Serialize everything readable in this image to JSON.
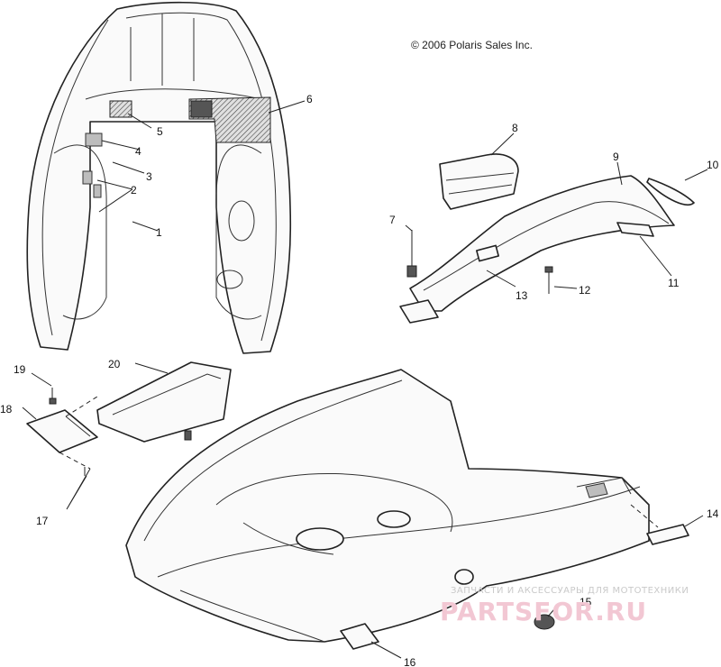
{
  "copyright": "© 2006 Polaris Sales Inc.",
  "callouts": [
    {
      "id": "1",
      "label": "1"
    },
    {
      "id": "2",
      "label": "2"
    },
    {
      "id": "3",
      "label": "3"
    },
    {
      "id": "4",
      "label": "4"
    },
    {
      "id": "5",
      "label": "5"
    },
    {
      "id": "6",
      "label": "6"
    },
    {
      "id": "7",
      "label": "7"
    },
    {
      "id": "8",
      "label": "8"
    },
    {
      "id": "9",
      "label": "9"
    },
    {
      "id": "10",
      "label": "10"
    },
    {
      "id": "11",
      "label": "11"
    },
    {
      "id": "12",
      "label": "12"
    },
    {
      "id": "13",
      "label": "13"
    },
    {
      "id": "14",
      "label": "14"
    },
    {
      "id": "15",
      "label": "15"
    },
    {
      "id": "16",
      "label": "16"
    },
    {
      "id": "17",
      "label": "17"
    },
    {
      "id": "18",
      "label": "18"
    },
    {
      "id": "19",
      "label": "19"
    },
    {
      "id": "20",
      "label": "20"
    }
  ],
  "watermark": {
    "tagline": "ЗАПЧАСТИ И АКСЕССУАРЫ ДЛЯ МОТОТЕХНИКИ",
    "brand": "PARTSFOR.RU"
  }
}
